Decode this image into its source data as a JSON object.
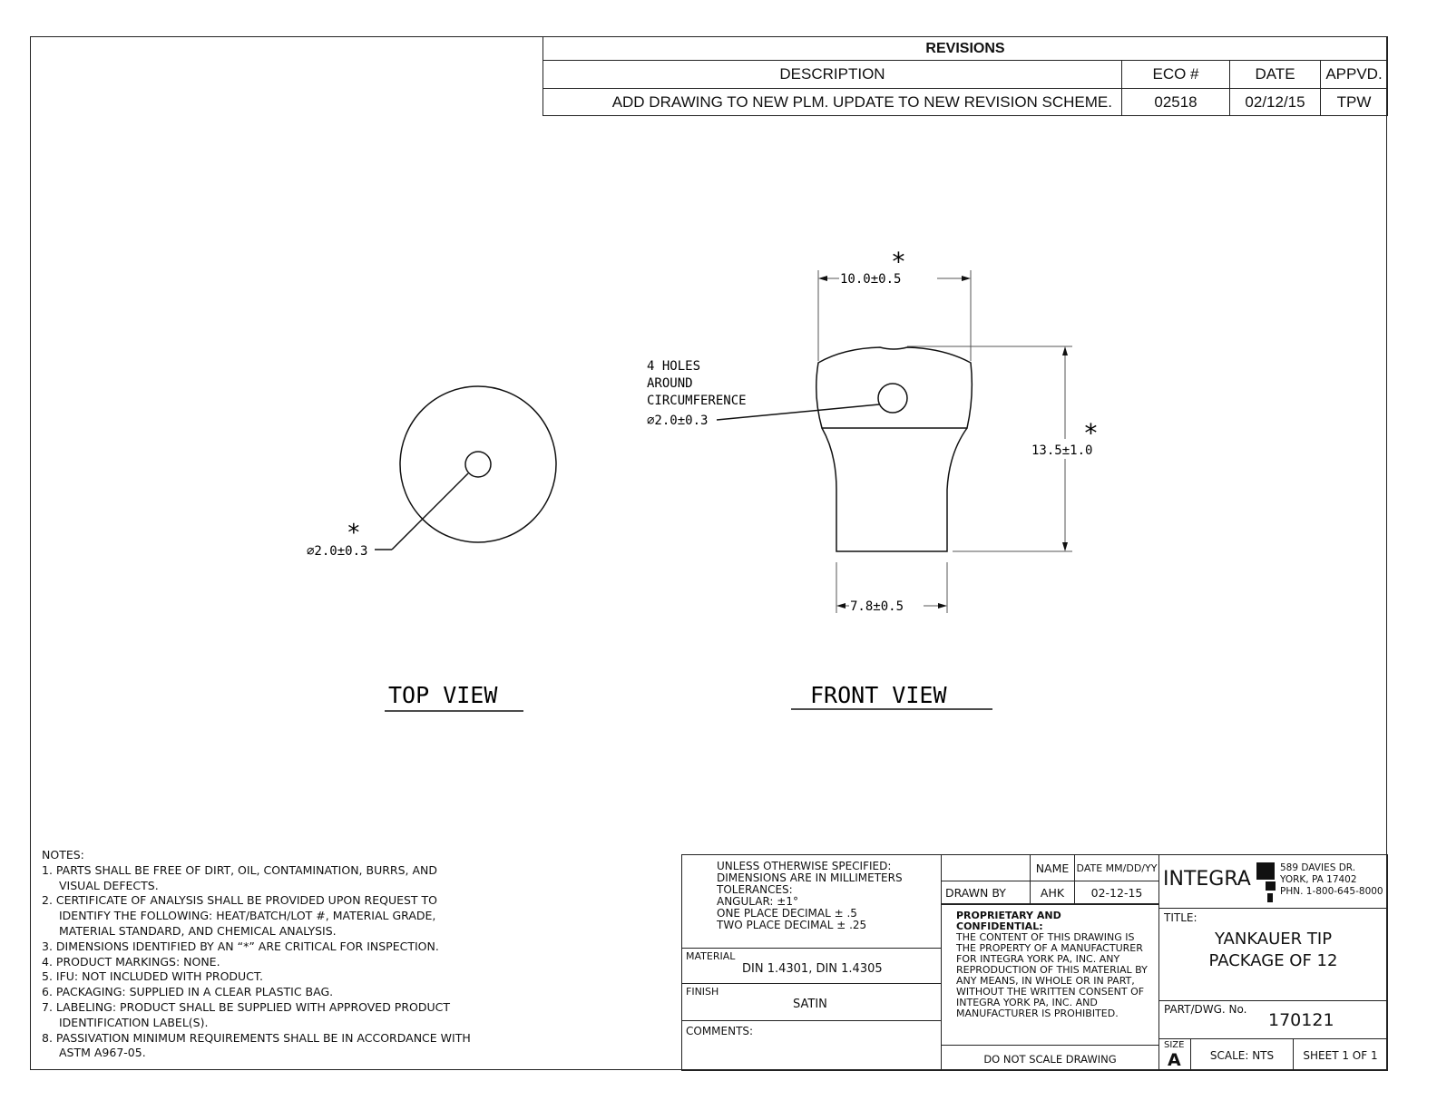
{
  "revisions": {
    "title": "REVISIONS",
    "headers": [
      "DESCRIPTION",
      "ECO #",
      "DATE",
      "APPVD."
    ],
    "rows": [
      {
        "description": "ADD DRAWING TO NEW PLM. UPDATE TO NEW REVISION SCHEME.",
        "eco": "02518",
        "date": "02/12/15",
        "appvd": "TPW"
      }
    ]
  },
  "views": {
    "top": {
      "label": "TOP VIEW",
      "hole_dim": "⌀2.0±0.3",
      "critical": "*"
    },
    "front": {
      "label": "FRONT VIEW",
      "top_width": "10.0±0.5",
      "height": "13.5±1.0",
      "bottom_width": "7.8±0.5",
      "holes_note": [
        "4 HOLES",
        "AROUND",
        "CIRCUMFERENCE",
        "⌀2.0±0.3"
      ],
      "critical": "*"
    }
  },
  "notes": {
    "title": "NOTES:",
    "items": [
      "1. PARTS SHALL BE FREE OF DIRT, OIL, CONTAMINATION, BURRS, AND VISUAL DEFECTS.",
      "2. CERTIFICATE OF ANALYSIS SHALL BE PROVIDED UPON REQUEST TO IDENTIFY THE FOLLOWING: HEAT/BATCH/LOT #, MATERIAL GRADE, MATERIAL STANDARD, AND CHEMICAL ANALYSIS.",
      "3. DIMENSIONS IDENTIFIED BY AN “*” ARE CRITICAL FOR INSPECTION.",
      "4. PRODUCT MARKINGS: NONE.",
      "5. IFU: NOT INCLUDED WITH PRODUCT.",
      "6. PACKAGING: SUPPLIED IN A CLEAR PLASTIC BAG.",
      "7. LABELING: PRODUCT SHALL BE SUPPLIED WITH APPROVED PRODUCT IDENTIFICATION LABEL(S).",
      "8. PASSIVATION MINIMUM REQUIREMENTS SHALL BE IN ACCORDANCE WITH ASTM A967-05."
    ]
  },
  "titleblock": {
    "tolerances": [
      "UNLESS OTHERWISE SPECIFIED:",
      "DIMENSIONS ARE IN MILLIMETERS",
      "TOLERANCES:",
      "ANGULAR: ±1°",
      "ONE PLACE DECIMAL ± .5",
      "TWO PLACE DECIMAL ± .25"
    ],
    "material_label": "MATERIAL",
    "material": "DIN 1.4301, DIN 1.4305",
    "finish_label": "FINISH",
    "finish": "SATIN",
    "comments_label": "COMMENTS:",
    "name_header": "NAME",
    "date_header": "DATE MM/DD/YY",
    "drawn_by_label": "DRAWN BY",
    "drawn_by": "AHK",
    "drawn_date": "02-12-15",
    "proprietary_title": "PROPRIETARY AND CONFIDENTIAL:",
    "proprietary_text": "THE CONTENT OF THIS DRAWING IS THE PROPERTY OF A MANUFACTURER FOR INTEGRA YORK PA, INC. ANY REPRODUCTION OF THIS MATERIAL BY ANY MEANS, IN WHOLE OR IN PART, WITHOUT THE WRITTEN CONSENT OF INTEGRA YORK PA, INC. AND MANUFACTURER IS PROHIBITED.",
    "do_not_scale": "DO NOT SCALE DRAWING",
    "company": "INTEGRA",
    "address": [
      "589 DAVIES DR.",
      "YORK, PA 17402",
      "PHN. 1-800-645-8000"
    ],
    "title_label": "TITLE:",
    "title": [
      "YANKAUER TIP",
      "PACKAGE OF 12"
    ],
    "part_label": "PART/DWG. No.",
    "part_no": "170121",
    "size_label": "SIZE",
    "size": "A",
    "scale": "SCALE: NTS",
    "sheet": "SHEET 1 OF 1"
  }
}
